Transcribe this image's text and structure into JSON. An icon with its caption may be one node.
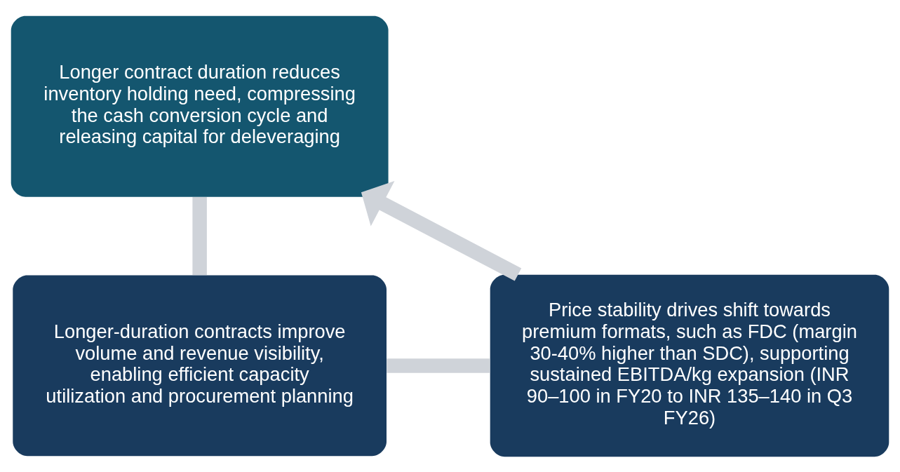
{
  "diagram": {
    "nodes": [
      {
        "text": [
          "Longer contract duration reduces inventory holding need, compressing the cash conversion cycle and releasing capital for deleveraging"
        ]
      },
      {
        "text": [
          "Longer-duration contracts improve volume and revenue visibility, enabling efficient capacity utilization and procurement planning"
        ]
      },
      {
        "text": [
          "Price stability drives shift towards premium formats, such as FDC (margin 30-40% higher than SDC), supporting sustained EBITDA/kg expansion (INR 90–100 in FY20 to INR 135–140 in Q3 FY26)"
        ]
      }
    ],
    "edges": [
      {
        "from": 0,
        "to": 1,
        "arrow": "none"
      },
      {
        "from": 1,
        "to": 2,
        "arrow": "none"
      },
      {
        "from": 2,
        "to": 0,
        "arrow": "to"
      }
    ]
  }
}
